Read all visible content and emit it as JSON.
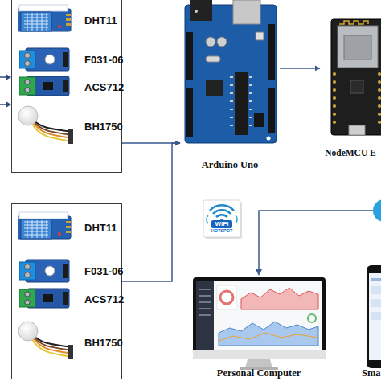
{
  "diagram": {
    "nodes": [
      {
        "text": []
      },
      {
        "text": [
          "DHT11"
        ],
        "in": 0
      },
      {
        "text": [
          "F031-06"
        ],
        "in": 0
      },
      {
        "text": [
          "ACS712"
        ],
        "in": 0
      },
      {
        "text": [
          "BH1750"
        ],
        "in": 0
      },
      {
        "text": [
          "Arduino Uno"
        ]
      },
      {
        "text": [
          "NodeMCU E"
        ]
      },
      {
        "text": []
      },
      {
        "text": [
          "DHT11"
        ],
        "in": 7
      },
      {
        "text": [
          "F031-06"
        ],
        "in": 7
      },
      {
        "text": [
          "ACS712"
        ],
        "in": 7
      },
      {
        "text": [
          "BH1750"
        ],
        "in": 7
      },
      {
        "text": [
          "WiFi",
          "HOTSPOT"
        ]
      },
      {
        "text": [
          "Personal Computer"
        ]
      },
      {
        "text": [
          "Sma"
        ]
      }
    ],
    "edges": [
      {
        "from": 0,
        "to": 5,
        "arrow": "to"
      },
      {
        "from": 7,
        "to": 5,
        "arrow": "to"
      },
      {
        "from": 5,
        "to": 6,
        "arrow": "to"
      }
    ]
  }
}
